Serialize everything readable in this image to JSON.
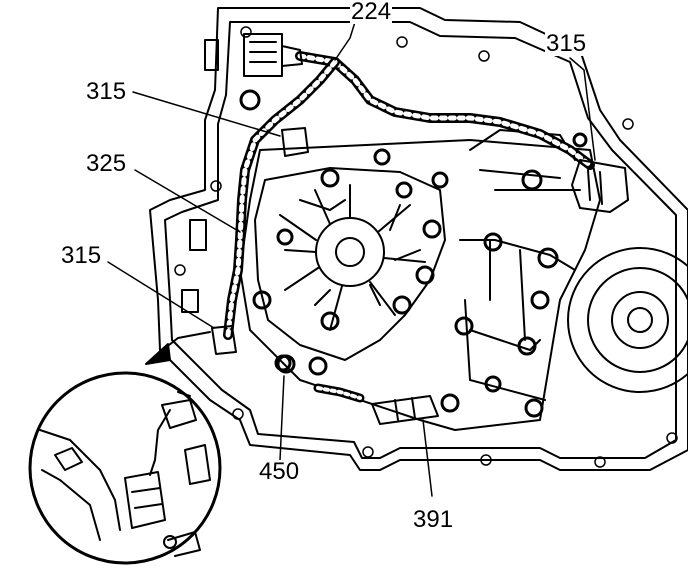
{
  "diagram": {
    "callouts": [
      {
        "id": "c-224",
        "label": "224"
      },
      {
        "id": "c-315-top-right",
        "label": "315"
      },
      {
        "id": "c-315-upper-left",
        "label": "315"
      },
      {
        "id": "c-325",
        "label": "325"
      },
      {
        "id": "c-315-lower-left",
        "label": "315"
      },
      {
        "id": "c-450",
        "label": "450"
      },
      {
        "id": "c-391",
        "label": "391"
      }
    ],
    "colors": {
      "ink": "#000000",
      "paper": "#ffffff"
    }
  }
}
